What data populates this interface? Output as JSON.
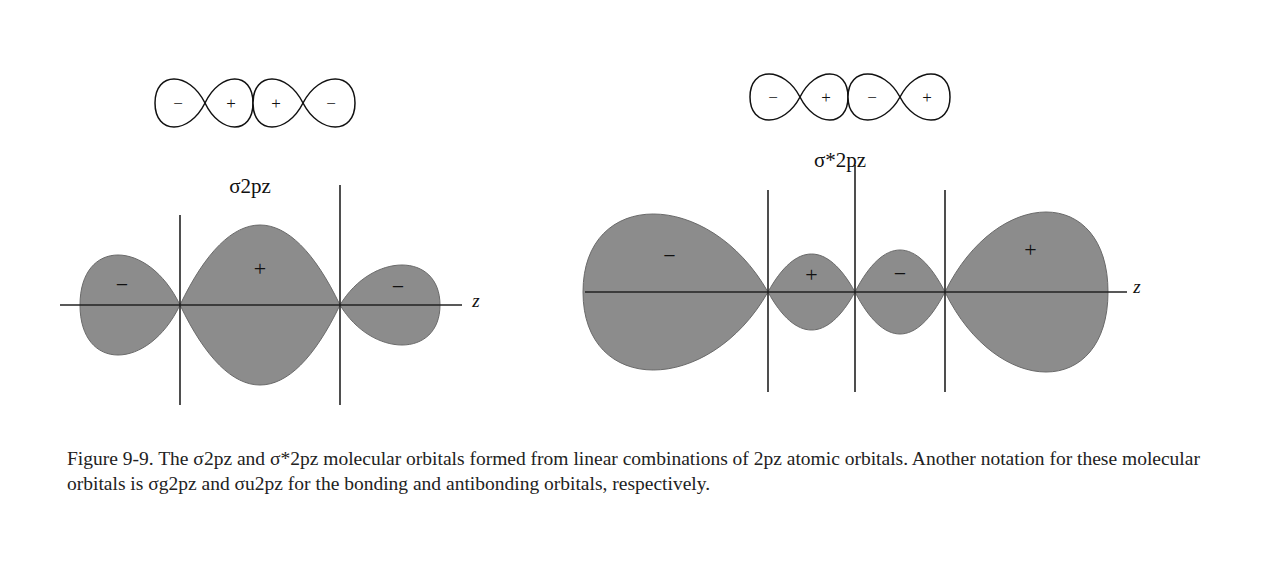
{
  "diagram": {
    "caption": "Figure 9-9. The σ2pz and σ*2pz molecular orbitals formed from linear combinations of 2pz atomic orbitals. Another notation for these molecular orbitals is σg2pz and σu2pz for the bonding and antibonding orbitals, respectively.",
    "nodes": [
      {
        "text": [
          "−"
        ]
      },
      {
        "text": [
          "+"
        ]
      },
      {
        "text": [
          "+"
        ]
      },
      {
        "text": [
          "−"
        ]
      },
      {
        "text": [
          "−"
        ]
      },
      {
        "text": [
          "+"
        ]
      },
      {
        "text": [
          "−"
        ]
      },
      {
        "text": [
          "+"
        ]
      },
      {
        "text": [
          "−"
        ]
      },
      {
        "text": [
          "+"
        ]
      },
      {
        "text": [
          "−"
        ]
      },
      {
        "text": [
          "−"
        ]
      },
      {
        "text": [
          "+"
        ]
      },
      {
        "text": [
          "−"
        ]
      },
      {
        "text": [
          "+"
        ]
      }
    ],
    "labels": [
      "σ2pz",
      "σ*2pz",
      "z",
      "z"
    ]
  }
}
